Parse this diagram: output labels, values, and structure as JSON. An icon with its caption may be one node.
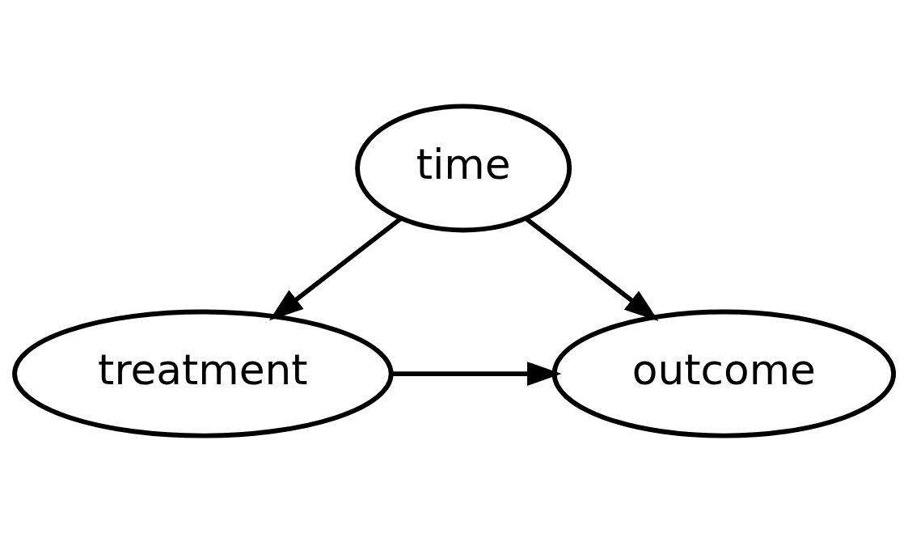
{
  "diagram": {
    "nodes": [
      {
        "text": [
          "time"
        ]
      },
      {
        "text": [
          "treatment"
        ]
      },
      {
        "text": [
          "outcome"
        ]
      }
    ],
    "edges": [
      {
        "from": 0,
        "to": 1,
        "arrow": "to"
      },
      {
        "from": 0,
        "to": 2,
        "arrow": "to"
      },
      {
        "from": 1,
        "to": 2,
        "arrow": "to"
      }
    ]
  }
}
